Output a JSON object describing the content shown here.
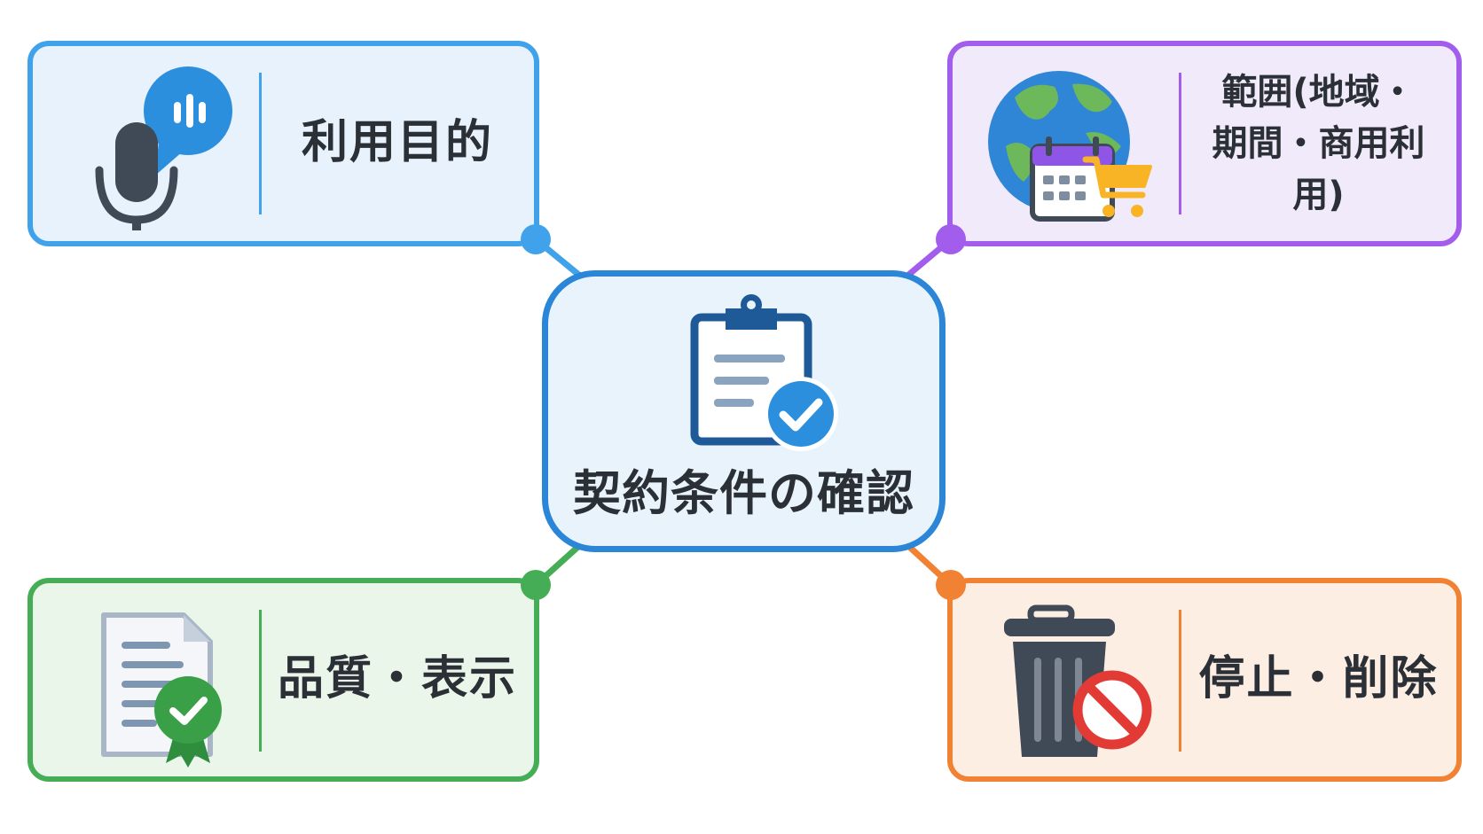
{
  "center": {
    "title": "契約条件の確認",
    "icon": "clipboard-check-icon",
    "color": "#2b86d8"
  },
  "nodes": [
    {
      "id": "purpose",
      "label": "利用目的",
      "icon": "microphone-speech-bubble-icon",
      "color": "#3fa2ea"
    },
    {
      "id": "scope",
      "label_line1": "範囲(地域・",
      "label_line2": "期間・商用利用)",
      "icon": "globe-calendar-cart-icon",
      "color": "#a35ded"
    },
    {
      "id": "quality",
      "label": "品質・表示",
      "icon": "certificate-document-icon",
      "color": "#45ad55"
    },
    {
      "id": "stop",
      "label": "停止・削除",
      "icon": "trash-prohibited-icon",
      "color": "#f28233"
    }
  ]
}
